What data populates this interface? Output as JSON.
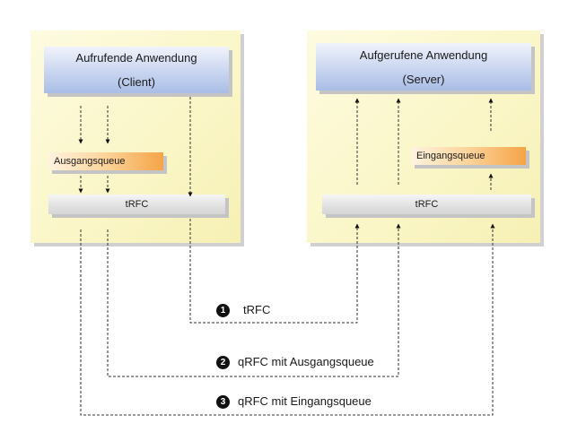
{
  "client": {
    "app_title": "Aufrufende Anwendung",
    "app_sub": "(Client)",
    "queue_label": "Ausgangsqueue",
    "rfc_label": "tRFC"
  },
  "server": {
    "app_title": "Aufgerufene Anwendung",
    "app_sub": "(Server)",
    "queue_label": "Eingangsqueue",
    "rfc_label": "tRFC"
  },
  "paths": [
    {
      "number": "1",
      "label": "tRFC"
    },
    {
      "number": "2",
      "label": "qRFC mit Ausgangsqueue"
    },
    {
      "number": "3",
      "label": "qRFC mit Eingangsqueue"
    }
  ],
  "colors": {
    "panel": "#faf6c6",
    "app_box": "#c9d5f0",
    "queue_box": "#fcd39a",
    "rfc_box": "#e0e0e0"
  }
}
